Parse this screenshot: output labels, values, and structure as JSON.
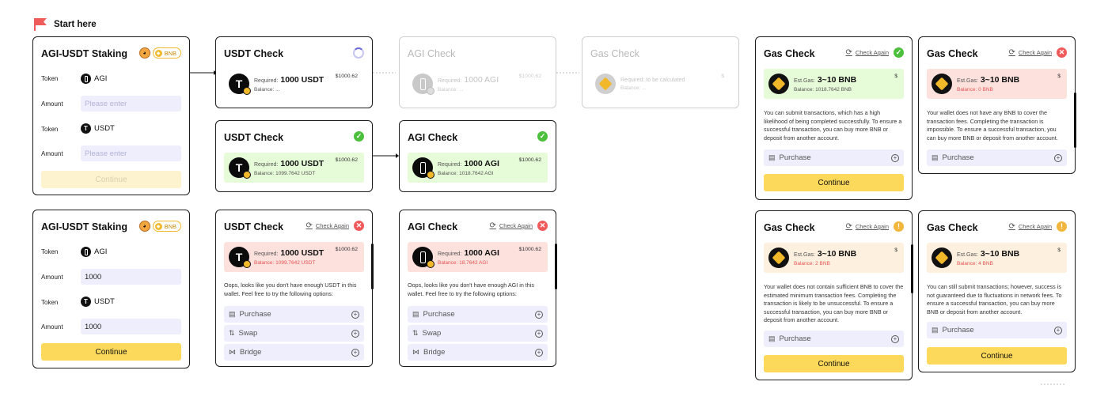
{
  "start": {
    "label": "Start here"
  },
  "staking": {
    "title": "AGI-USDT Staking",
    "chain_badge": "BNB",
    "token_label": "Token",
    "amount_label": "Amount",
    "token_a": "AGI",
    "token_b": "USDT",
    "placeholder": "Please enter",
    "amount_value": "1000",
    "continue": "Continue"
  },
  "common": {
    "required_label": "Required:",
    "balance_label": "Balance:",
    "balance_empty": "Balance: ...",
    "price": "$1000.62",
    "check_again": "Check Again",
    "purchase": "Purchase",
    "swap": "Swap",
    "bridge": "Bridge",
    "continue": "Continue",
    "est_gas_label": "Est.Gas:",
    "gas_range": "3~10 BNB",
    "price_short": "$"
  },
  "usdt_check": {
    "title": "USDT Check",
    "required": "1000 USDT",
    "balance_ok": "Balance: 1099.7642 USDT",
    "balance_bad": "Balance: 1099.7642 USDT",
    "oops": "Oops, looks like you don't have enough USDT in this wallet. Feel free to try the following options:"
  },
  "agi_check": {
    "title": "AGI Check",
    "required": "1000 AGI",
    "balance_ok": "Balance: 1018.7642 AGI",
    "balance_bad": "Balance: 18.7642 AGI",
    "oops": "Oops, looks like you don't have enough AGI in this wallet. Feel free to try the following options:"
  },
  "gas_check": {
    "title": "Gas Check",
    "required_pending": "Required: to be calculated",
    "balance_ok": "Balance: 1018.7642 BNB",
    "balance_zero": "Balance: 0 BNB",
    "balance_two": "Balance: 2 BNB",
    "balance_four": "Balance: 4 BNB",
    "desc_ok": "You can submit transactions, which has a high likelihood of being completed successfully. To ensure a successful transaction, you can buy more BNB or deposit from another account.",
    "desc_zero": "Your wallet does not have any BNB to cover the transaction fees. Completing the transaction is impossible. To ensure a successful transaction, you can buy more BNB or deposit from another account.",
    "desc_two": "Your wallet does not contain sufficient BNB to cover the estimated minimum transaction fees. Completing the transaction is likely to be unsuccessful. To ensure a successful transaction, you can buy more BNB or deposit from another account.",
    "desc_four": "You can still submit transactions; however, success is not guaranteed due to fluctuations in network fees. To ensure a successful transaction, you can buy more BNB or deposit from another account."
  },
  "colors": {
    "accent": "#fcd95b",
    "ok": "#4cbf3c",
    "error": "#ef5a5a",
    "warn": "#f3b63c",
    "input_bg": "#eeeefc"
  }
}
